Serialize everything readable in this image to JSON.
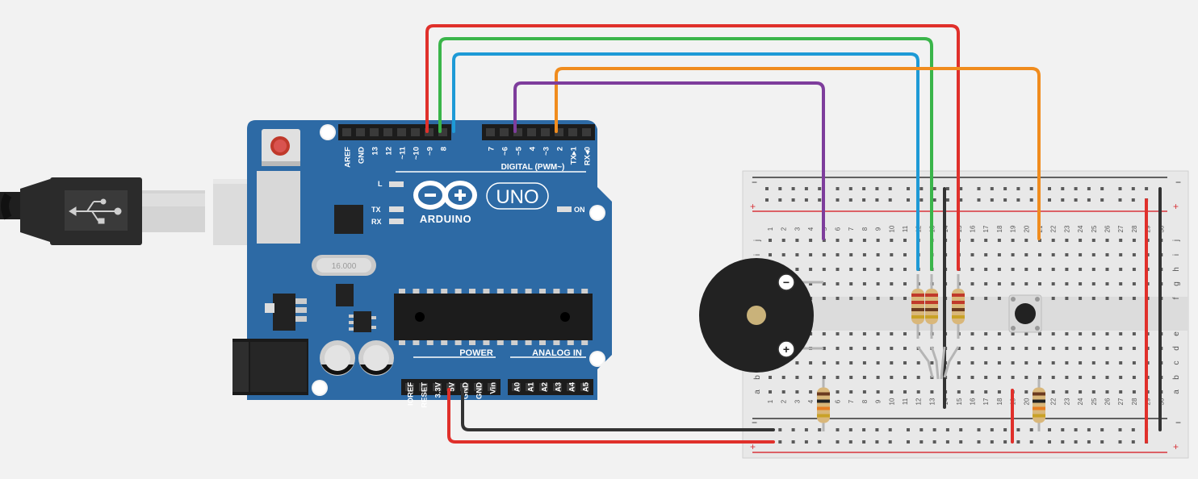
{
  "arduino": {
    "brand": "ARDUINO",
    "model": "UNO",
    "digital_header_label": "DIGITAL (PWM~)",
    "digital_pins_left": [
      "AREF",
      "GND",
      "13",
      "12",
      "~11",
      "~10",
      "~9",
      "8"
    ],
    "digital_pins_right": [
      "7",
      "~6",
      "~5",
      "4",
      "~3",
      "2",
      "TX▸1",
      "RX◂0"
    ],
    "led_labels": [
      "L",
      "TX",
      "RX"
    ],
    "on_label": "ON",
    "crystal_text": "16.000",
    "power_label": "POWER",
    "analog_label": "ANALOG IN",
    "power_pins": [
      "IOREF",
      "RESET",
      "3.3V",
      "5V",
      "GND",
      "GND",
      "Vin"
    ],
    "analog_pins": [
      "A0",
      "A1",
      "A2",
      "A3",
      "A4",
      "A5"
    ]
  },
  "breadboard": {
    "row_letters_top": [
      "j",
      "i",
      "h",
      "g",
      "f"
    ],
    "row_letters_bottom": [
      "e",
      "d",
      "c",
      "b",
      "a"
    ],
    "rail_minus": "−",
    "rail_plus": "+",
    "column_numbers": [
      "1",
      "2",
      "3",
      "4",
      "5",
      "6",
      "7",
      "8",
      "9",
      "10",
      "11",
      "12",
      "13",
      "14",
      "15",
      "16",
      "17",
      "18",
      "19",
      "20",
      "21",
      "22",
      "23",
      "24",
      "25",
      "26",
      "27",
      "28",
      "29",
      "30"
    ]
  },
  "buzzer": {
    "minus": "−",
    "plus": "+"
  },
  "wire_colors": {
    "red": "#e0302b",
    "green": "#3ab54a",
    "blue": "#1e9ad6",
    "orange": "#f08c1e",
    "purple": "#7e3d9c",
    "black": "#333333"
  },
  "board_color": "#2d6aa5"
}
